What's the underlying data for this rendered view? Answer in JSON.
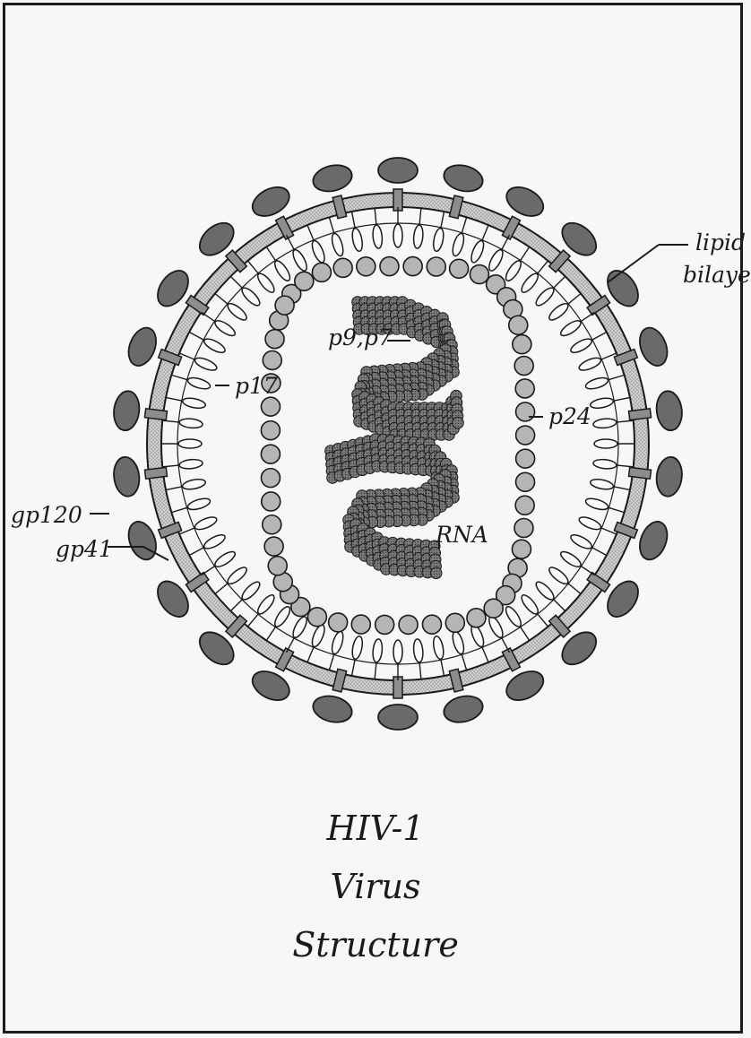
{
  "labels": {
    "lipid_bilayer_line1": "lipid",
    "lipid_bilayer_line2": "bilayer",
    "p9_p7": "p9,p7",
    "p17": "p17",
    "p24": "p24",
    "gp120": "gp120",
    "gp41": "gp41",
    "rna": "RNA"
  },
  "title": {
    "line1": "HIV-1",
    "line2": "Virus",
    "line3": "Structure"
  },
  "colors": {
    "envelope_spike": "#6a6a6a",
    "bilayer": "#c9c9c9",
    "capsid_p24": "#b5b5b5",
    "nucleocapsid": "#9a9a9a",
    "outline": "#1a1a1a"
  }
}
